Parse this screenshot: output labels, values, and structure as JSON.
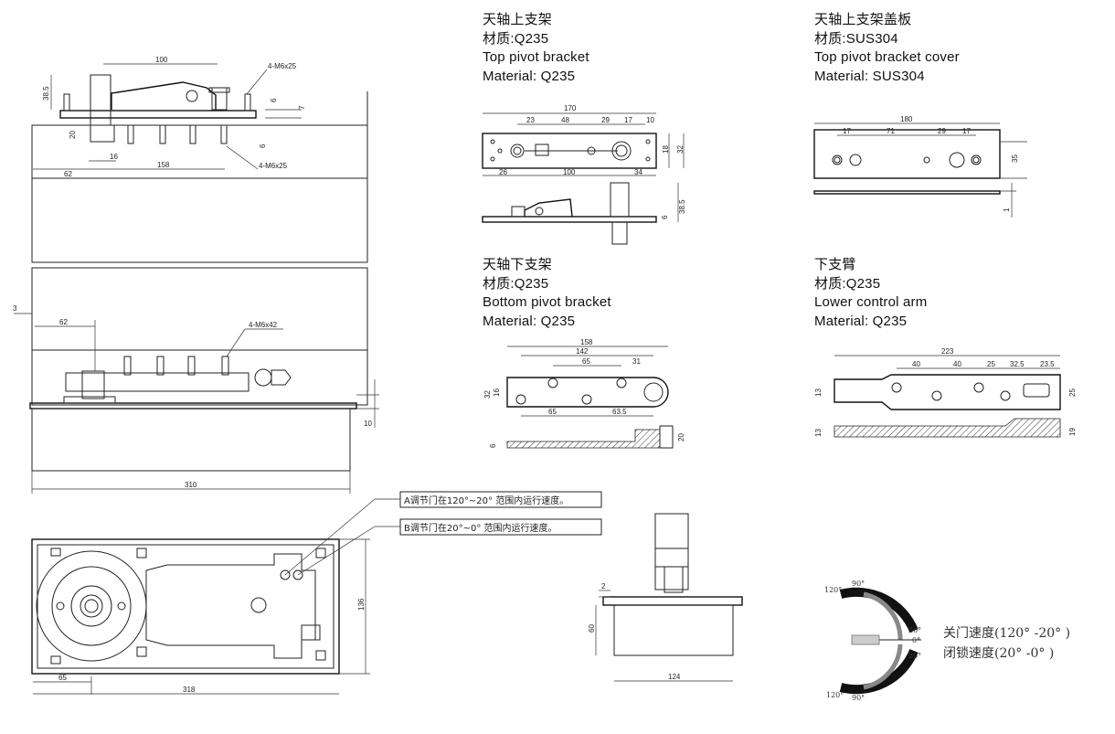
{
  "parts": [
    {
      "id": "top-pivot-bracket",
      "zh": "天轴上支架",
      "material_zh": "材质:Q235",
      "en": "Top pivot bracket",
      "material_en": "Material: Q235"
    },
    {
      "id": "top-pivot-bracket-cover",
      "zh": "天轴上支架盖板",
      "material_zh": "材质:SUS304",
      "en": "Top pivot bracket cover",
      "material_en": "Material: SUS304"
    },
    {
      "id": "bottom-pivot-bracket",
      "zh": "天轴下支架",
      "material_zh": "材质:Q235",
      "en": "Bottom pivot bracket",
      "material_en": "Material: Q235"
    },
    {
      "id": "lower-control-arm",
      "zh": "下支臂",
      "material_zh": "材质:Q235",
      "en": "Lower control arm",
      "material_en": "Material: Q235"
    }
  ],
  "notes": {
    "a": "A调节门在120°~20° 范围内运行速度。",
    "b": "B调节门在20°~0° 范围内运行速度。"
  },
  "speed_legend": {
    "closing": "关门速度(120° -20° )",
    "latching": "闭锁速度(20° -0° )"
  },
  "angle_labels": {
    "a120": "120°",
    "a90": "90°",
    "a20": "20°",
    "a0": "0°"
  },
  "dims": {
    "left_top": {
      "d100": "100",
      "d385": "38.5",
      "m6x25a": "4-M6x25",
      "d6a": "6",
      "d7": "7",
      "d20": "20",
      "d6b": "6",
      "d16": "16",
      "d62": "62",
      "d158": "158",
      "m6x25b": "4-M6x25"
    },
    "left_mid": {
      "d3": "3",
      "d62": "62",
      "m6x42": "4-M6x42",
      "d10": "10",
      "d310": "310"
    },
    "left_bot": {
      "d136": "136",
      "d65": "65",
      "d318": "318"
    },
    "tpb": {
      "d170": "170",
      "d23": "23",
      "d48": "48",
      "d29": "29",
      "d17": "17",
      "d10": "10",
      "d18": "18",
      "d32": "32",
      "d26": "26",
      "d100": "100",
      "d34": "34",
      "d6": "6",
      "d385": "38.5"
    },
    "tpc": {
      "d180": "180",
      "d17a": "17",
      "d71": "71",
      "d29": "29",
      "d17b": "17",
      "d35": "35",
      "d1": "1"
    },
    "bpb": {
      "d158": "158",
      "d142": "142",
      "d65a": "65",
      "d31": "31",
      "d32": "32",
      "d16": "16",
      "d65b": "65",
      "d635": "63.5",
      "d6": "6",
      "d20": "20"
    },
    "lca": {
      "d223": "223",
      "d40a": "40",
      "d40b": "40",
      "d25a": "25",
      "d325": "32.5",
      "d235": "23.5",
      "d13a": "13",
      "d25b": "25",
      "d13b": "13",
      "d19": "19"
    },
    "side": {
      "d2": "2",
      "d60": "60",
      "d124": "124"
    }
  }
}
